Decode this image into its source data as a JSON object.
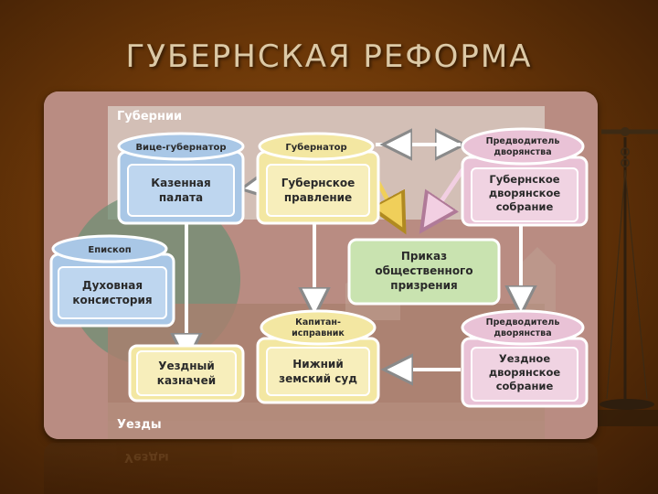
{
  "title": "ГУБЕРНСКАЯ РЕФОРМА",
  "levels": {
    "top": "Губернии",
    "bottom": "Уезды"
  },
  "nodes": {
    "vice_governor": {
      "head": "Вице-губернатор",
      "body": [
        "Казенная",
        "палата"
      ]
    },
    "governor": {
      "head": "Губернатор",
      "body": [
        "Губернское",
        "правление"
      ]
    },
    "marshal_provincial": {
      "head": [
        "Предводитель",
        "дворянства"
      ],
      "body": [
        "Губернское",
        "дворянское",
        "собрание"
      ]
    },
    "bishop": {
      "head": "Епископ",
      "body": [
        "Духовная",
        "консистория"
      ]
    },
    "public_charity": {
      "body": [
        "Приказ",
        "общественного",
        "призрения"
      ]
    },
    "uezd_treasurer": {
      "body": [
        "Уездный",
        "казначей"
      ]
    },
    "captain": {
      "head": [
        "Капитан-",
        "исправник"
      ],
      "body": [
        "Нижний",
        "земский суд"
      ]
    },
    "marshal_uezd": {
      "head": [
        "Предводитель",
        "дворянства"
      ],
      "body": [
        "Уездное",
        "дворянское",
        "собрание"
      ]
    }
  },
  "reflection_text": "Уезды",
  "colors": {
    "background": "#6b3708",
    "title": "#dcc9a6",
    "panel": "#b98c82",
    "blue_box": "#a9c7e6",
    "yellow_box": "#f3e7a2",
    "pink_box": "#e9c2d6",
    "green_box": "#c9e3b0"
  }
}
